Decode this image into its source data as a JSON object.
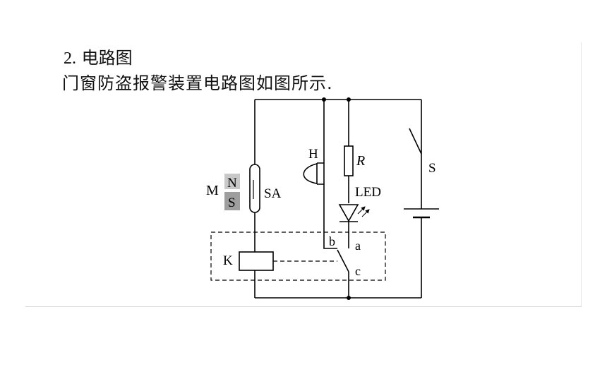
{
  "section": {
    "number": "2.",
    "title": "电路图",
    "description": "门窗防盗报警装置电路图如图所示."
  },
  "labels": {
    "magnet": "M",
    "north": "N",
    "south": "S",
    "reed_switch": "SA",
    "buzzer": "H",
    "resistor": "R",
    "led": "LED",
    "switch": "S",
    "relay": "K",
    "contact_b": "b",
    "contact_a": "a",
    "contact_c": "c"
  },
  "colors": {
    "wire": "#000000",
    "magnet_pole": "#9e9e9e"
  }
}
